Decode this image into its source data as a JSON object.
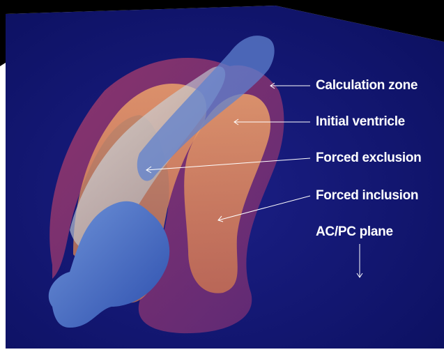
{
  "figure": {
    "labels": [
      {
        "id": "calculation-zone",
        "text": "Calculation zone"
      },
      {
        "id": "initial-ventricle",
        "text": "Initial ventricle"
      },
      {
        "id": "forced-exclusion",
        "text": "Forced exclusion"
      },
      {
        "id": "forced-inclusion",
        "text": "Forced inclusion"
      },
      {
        "id": "ac-pc-plane",
        "text": "AC/PC plane"
      }
    ],
    "colors": {
      "background": "#12176e",
      "calculation_zone": "#8a2f6e",
      "initial_ventricle": "#e7a06a",
      "forced_exclusion": "#cfd6dc",
      "forced_inclusion": "#f0a066",
      "ac_pc_plane": "#1a1f7a"
    }
  }
}
